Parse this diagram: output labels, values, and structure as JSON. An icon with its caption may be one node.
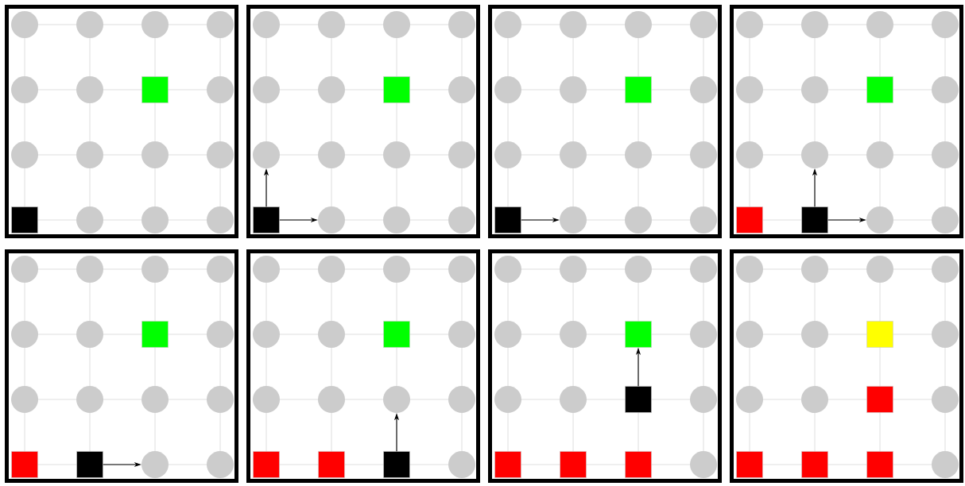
{
  "diagram": {
    "nodes": [
      {
        "text": [],
        "shape": "box"
      },
      {
        "text": [],
        "shape": "circle",
        "in": 0
      },
      {
        "text": [],
        "shape": "circle",
        "in": 0
      },
      {
        "text": [],
        "shape": "circle",
        "in": 0
      },
      {
        "text": [],
        "shape": "circle",
        "in": 0
      },
      {
        "text": [],
        "shape": "circle",
        "in": 0
      },
      {
        "text": [],
        "shape": "circle",
        "in": 0
      },
      {
        "text": [],
        "shape": "box",
        "in": 0
      },
      {
        "text": [],
        "shape": "circle",
        "in": 0
      },
      {
        "text": [],
        "shape": "circle",
        "in": 0
      },
      {
        "text": [],
        "shape": "circle",
        "in": 0
      },
      {
        "text": [],
        "shape": "circle",
        "in": 0
      },
      {
        "text": [],
        "shape": "circle",
        "in": 0
      },
      {
        "text": [],
        "shape": "box",
        "in": 0
      },
      {
        "text": [],
        "shape": "circle",
        "in": 0
      },
      {
        "text": [],
        "shape": "circle",
        "in": 0
      },
      {
        "text": [],
        "shape": "circle",
        "in": 0
      },
      {
        "text": [],
        "shape": "box"
      },
      {
        "text": [],
        "shape": "circle",
        "in": 17
      },
      {
        "text": [],
        "shape": "circle",
        "in": 17
      },
      {
        "text": [],
        "shape": "circle",
        "in": 17
      },
      {
        "text": [],
        "shape": "circle",
        "in": 17
      },
      {
        "text": [],
        "shape": "circle",
        "in": 17
      },
      {
        "text": [],
        "shape": "circle",
        "in": 17
      },
      {
        "text": [],
        "shape": "box",
        "in": 17
      },
      {
        "text": [],
        "shape": "circle",
        "in": 17
      },
      {
        "text": [],
        "shape": "circle",
        "in": 17
      },
      {
        "text": [],
        "shape": "circle",
        "in": 17
      },
      {
        "text": [],
        "shape": "circle",
        "in": 17
      },
      {
        "text": [],
        "shape": "circle",
        "in": 17
      },
      {
        "text": [],
        "shape": "box",
        "in": 17
      },
      {
        "text": [],
        "shape": "circle",
        "in": 17
      },
      {
        "text": [],
        "shape": "circle",
        "in": 17
      },
      {
        "text": [],
        "shape": "circle",
        "in": 17
      },
      {
        "text": [],
        "shape": "box"
      },
      {
        "text": [],
        "shape": "circle",
        "in": 34
      },
      {
        "text": [],
        "shape": "circle",
        "in": 34
      },
      {
        "text": [],
        "shape": "circle",
        "in": 34
      },
      {
        "text": [],
        "shape": "circle",
        "in": 34
      },
      {
        "text": [],
        "shape": "circle",
        "in": 34
      },
      {
        "text": [],
        "shape": "circle",
        "in": 34
      },
      {
        "text": [],
        "shape": "box",
        "in": 34
      },
      {
        "text": [],
        "shape": "circle",
        "in": 34
      },
      {
        "text": [],
        "shape": "circle",
        "in": 34
      },
      {
        "text": [],
        "shape": "circle",
        "in": 34
      },
      {
        "text": [],
        "shape": "circle",
        "in": 34
      },
      {
        "text": [],
        "shape": "circle",
        "in": 34
      },
      {
        "text": [],
        "shape": "box",
        "in": 34
      },
      {
        "text": [],
        "shape": "circle",
        "in": 34
      },
      {
        "text": [],
        "shape": "circle",
        "in": 34
      },
      {
        "text": [],
        "shape": "circle",
        "in": 34
      },
      {
        "text": [],
        "shape": "box"
      },
      {
        "text": [],
        "shape": "circle",
        "in": 51
      },
      {
        "text": [],
        "shape": "circle",
        "in": 51
      },
      {
        "text": [],
        "shape": "circle",
        "in": 51
      },
      {
        "text": [],
        "shape": "circle",
        "in": 51
      },
      {
        "text": [],
        "shape": "circle",
        "in": 51
      },
      {
        "text": [],
        "shape": "circle",
        "in": 51
      },
      {
        "text": [],
        "shape": "box",
        "in": 51
      },
      {
        "text": [],
        "shape": "circle",
        "in": 51
      },
      {
        "text": [],
        "shape": "circle",
        "in": 51
      },
      {
        "text": [],
        "shape": "circle",
        "in": 51
      },
      {
        "text": [],
        "shape": "circle",
        "in": 51
      },
      {
        "text": [],
        "shape": "circle",
        "in": 51
      },
      {
        "text": [],
        "shape": "box",
        "in": 51
      },
      {
        "text": [],
        "shape": "box",
        "in": 51
      },
      {
        "text": [],
        "shape": "circle",
        "in": 51
      },
      {
        "text": [],
        "shape": "circle",
        "in": 51
      },
      {
        "text": [],
        "shape": "box"
      },
      {
        "text": [],
        "shape": "circle",
        "in": 68
      },
      {
        "text": [],
        "shape": "circle",
        "in": 68
      },
      {
        "text": [],
        "shape": "circle",
        "in": 68
      },
      {
        "text": [],
        "shape": "circle",
        "in": 68
      },
      {
        "text": [],
        "shape": "circle",
        "in": 68
      },
      {
        "text": [],
        "shape": "circle",
        "in": 68
      },
      {
        "text": [],
        "shape": "box",
        "in": 68
      },
      {
        "text": [],
        "shape": "circle",
        "in": 68
      },
      {
        "text": [],
        "shape": "circle",
        "in": 68
      },
      {
        "text": [],
        "shape": "circle",
        "in": 68
      },
      {
        "text": [],
        "shape": "circle",
        "in": 68
      },
      {
        "text": [],
        "shape": "circle",
        "in": 68
      },
      {
        "text": [],
        "shape": "box",
        "in": 68
      },
      {
        "text": [],
        "shape": "box",
        "in": 68
      },
      {
        "text": [],
        "shape": "circle",
        "in": 68
      },
      {
        "text": [],
        "shape": "circle",
        "in": 68
      },
      {
        "text": [],
        "shape": "box"
      },
      {
        "text": [],
        "shape": "circle",
        "in": 85
      },
      {
        "text": [],
        "shape": "circle",
        "in": 85
      },
      {
        "text": [],
        "shape": "circle",
        "in": 85
      },
      {
        "text": [],
        "shape": "circle",
        "in": 85
      },
      {
        "text": [],
        "shape": "circle",
        "in": 85
      },
      {
        "text": [],
        "shape": "circle",
        "in": 85
      },
      {
        "text": [],
        "shape": "box",
        "in": 85
      },
      {
        "text": [],
        "shape": "circle",
        "in": 85
      },
      {
        "text": [],
        "shape": "circle",
        "in": 85
      },
      {
        "text": [],
        "shape": "circle",
        "in": 85
      },
      {
        "text": [],
        "shape": "circle",
        "in": 85
      },
      {
        "text": [],
        "shape": "circle",
        "in": 85
      },
      {
        "text": [],
        "shape": "box",
        "in": 85
      },
      {
        "text": [],
        "shape": "box",
        "in": 85
      },
      {
        "text": [],
        "shape": "box",
        "in": 85
      },
      {
        "text": [],
        "shape": "circle",
        "in": 85
      },
      {
        "text": [],
        "shape": "box"
      },
      {
        "text": [],
        "shape": "circle",
        "in": 102
      },
      {
        "text": [],
        "shape": "circle",
        "in": 102
      },
      {
        "text": [],
        "shape": "circle",
        "in": 102
      },
      {
        "text": [],
        "shape": "circle",
        "in": 102
      },
      {
        "text": [],
        "shape": "circle",
        "in": 102
      },
      {
        "text": [],
        "shape": "circle",
        "in": 102
      },
      {
        "text": [],
        "shape": "box",
        "in": 102
      },
      {
        "text": [],
        "shape": "circle",
        "in": 102
      },
      {
        "text": [],
        "shape": "circle",
        "in": 102
      },
      {
        "text": [],
        "shape": "circle",
        "in": 102
      },
      {
        "text": [],
        "shape": "box",
        "in": 102
      },
      {
        "text": [],
        "shape": "circle",
        "in": 102
      },
      {
        "text": [],
        "shape": "box",
        "in": 102
      },
      {
        "text": [],
        "shape": "box",
        "in": 102
      },
      {
        "text": [],
        "shape": "box",
        "in": 102
      },
      {
        "text": [],
        "shape": "circle",
        "in": 102
      },
      {
        "text": [],
        "shape": "box"
      },
      {
        "text": [],
        "shape": "circle",
        "in": 119
      },
      {
        "text": [],
        "shape": "circle",
        "in": 119
      },
      {
        "text": [],
        "shape": "circle",
        "in": 119
      },
      {
        "text": [],
        "shape": "circle",
        "in": 119
      },
      {
        "text": [],
        "shape": "circle",
        "in": 119
      },
      {
        "text": [],
        "shape": "circle",
        "in": 119
      },
      {
        "text": [],
        "shape": "box",
        "in": 119
      },
      {
        "text": [],
        "shape": "circle",
        "in": 119
      },
      {
        "text": [],
        "shape": "circle",
        "in": 119
      },
      {
        "text": [],
        "shape": "circle",
        "in": 119
      },
      {
        "text": [],
        "shape": "box",
        "in": 119
      },
      {
        "text": [],
        "shape": "circle",
        "in": 119
      },
      {
        "text": [],
        "shape": "box",
        "in": 119
      },
      {
        "text": [],
        "shape": "box",
        "in": 119
      },
      {
        "text": [],
        "shape": "box",
        "in": 119
      },
      {
        "text": [],
        "shape": "circle",
        "in": 119
      }
    ],
    "edges": [
      {
        "from": 30,
        "to": 26,
        "arrow": "to"
      },
      {
        "from": 30,
        "to": 31,
        "arrow": "to"
      },
      {
        "from": 47,
        "to": 48,
        "arrow": "to"
      },
      {
        "from": 65,
        "to": 61,
        "arrow": "to"
      },
      {
        "from": 65,
        "to": 66,
        "arrow": "to"
      },
      {
        "from": 82,
        "to": 83,
        "arrow": "to"
      },
      {
        "from": 100,
        "to": 96,
        "arrow": "to"
      },
      {
        "from": 113,
        "to": 109,
        "arrow": "to"
      }
    ]
  }
}
